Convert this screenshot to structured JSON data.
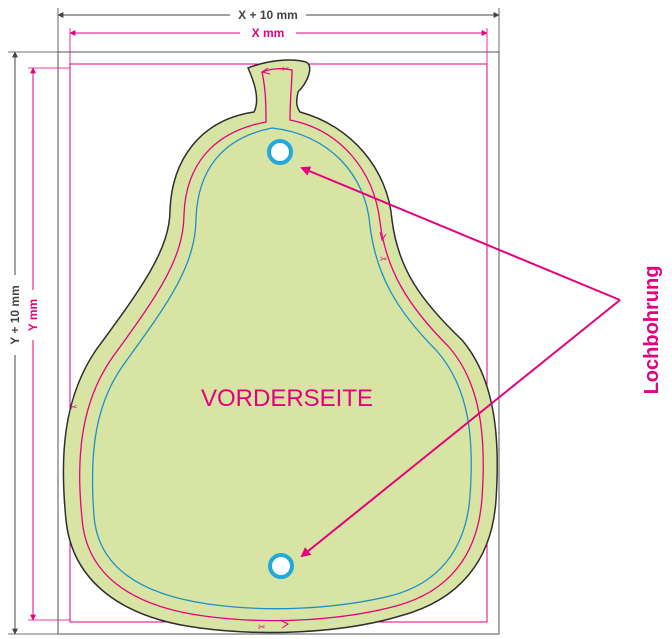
{
  "labels": {
    "outer_width": "X + 10 mm",
    "inner_width": "X mm",
    "outer_height": "Y + 10 mm",
    "inner_height": "Y mm",
    "front_side": "VORDERSEITE",
    "hole": "Lochbohrung"
  },
  "colors": {
    "magenta": "#e5007d",
    "cyan": "#1eaadf",
    "pear_fill": "#d8e4a3",
    "outline": "#2f2f2f",
    "blue_line": "#1d8fc7"
  },
  "icons": {
    "cut_marker": "scissors-icon",
    "hole_marker": "circle-icon"
  }
}
